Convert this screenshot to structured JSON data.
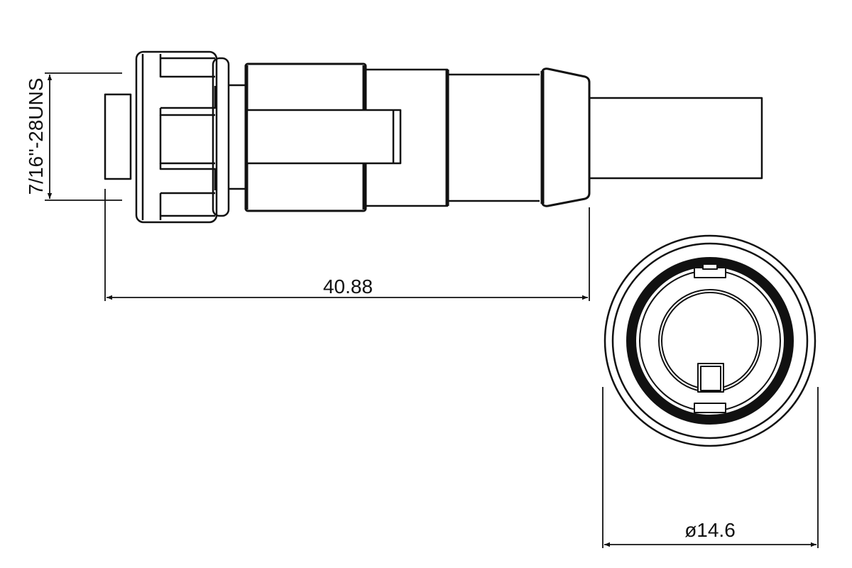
{
  "drawing": {
    "thread_label": "7/16''-28UNS",
    "length_label": "40.88",
    "diameter_label": "ø14.6"
  },
  "colors": {
    "line": "#111111",
    "background": "#ffffff"
  }
}
